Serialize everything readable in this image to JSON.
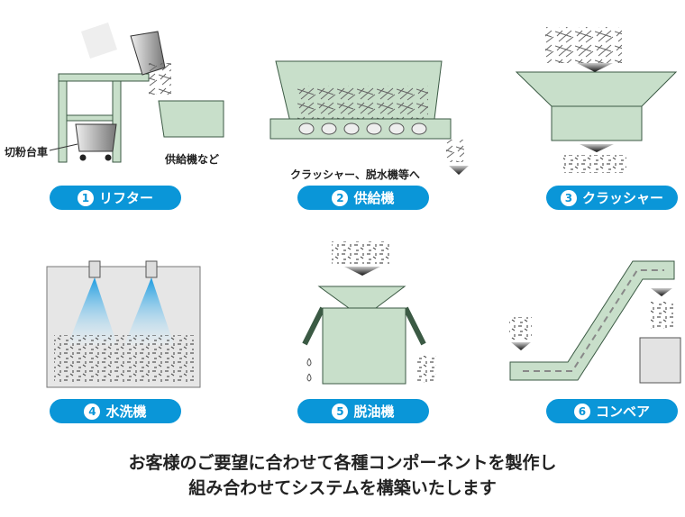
{
  "components": [
    {
      "num": "1",
      "label": "リフター"
    },
    {
      "num": "2",
      "label": "供給機"
    },
    {
      "num": "3",
      "label": "クラッシャー"
    },
    {
      "num": "4",
      "label": "水洗機"
    },
    {
      "num": "5",
      "label": "脱油機"
    },
    {
      "num": "6",
      "label": "コンベア"
    }
  ],
  "annotations": {
    "cart": "切粉台車",
    "feeder_etc": "供給機など",
    "to_crusher": "クラッシャー、脱水機等へ"
  },
  "caption": {
    "line1": "お客様のご要望に合わせて各種コンポーネントを製作し",
    "line2": "組み合わせてシステムを構築いたします"
  },
  "colors": {
    "accent": "#0a96d8",
    "machine": "#c8dfca",
    "outline": "#3b5a44"
  }
}
